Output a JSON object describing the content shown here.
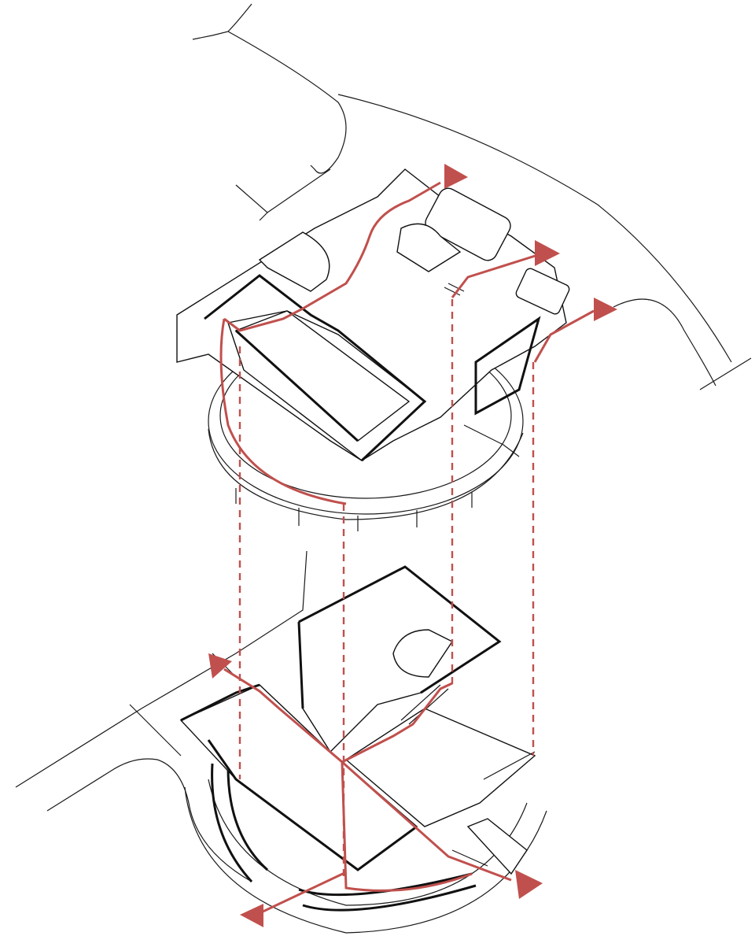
{
  "diagram": {
    "kind": "exploded axonometric circulation diagram",
    "levels": [
      "upper",
      "lower"
    ],
    "colors": {
      "linework": "#1a1a1a",
      "circulation_path": "#c0504d",
      "background": "#ffffff"
    },
    "arrow_count": {
      "upper": 3,
      "lower": 3
    }
  }
}
